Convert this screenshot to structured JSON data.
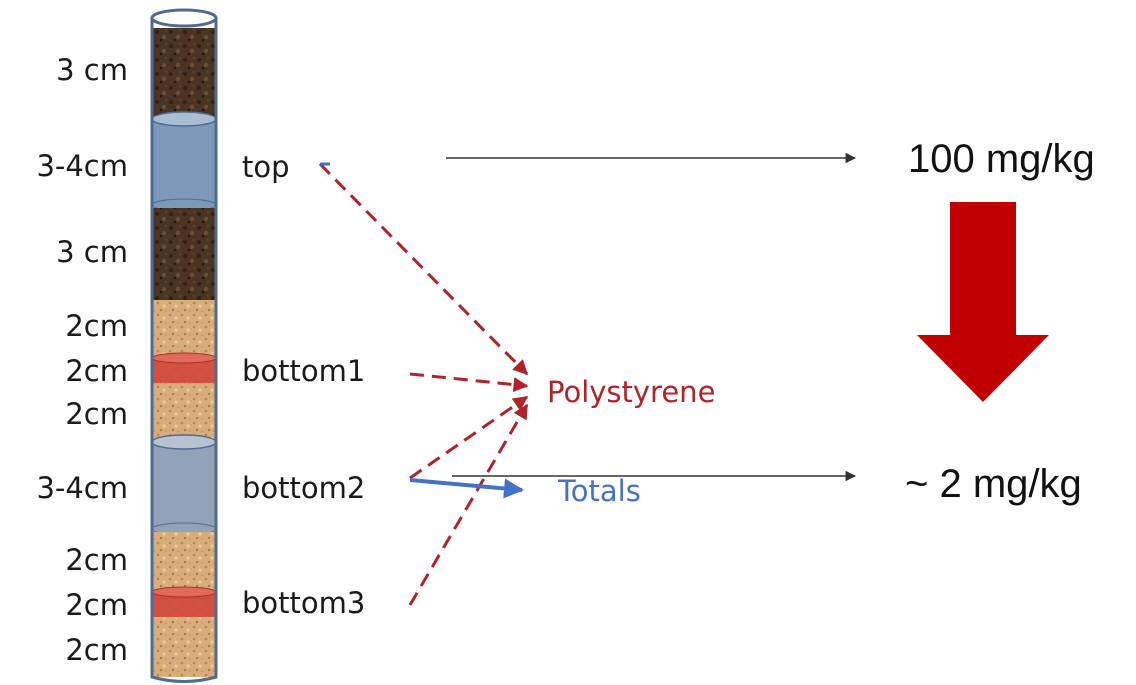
{
  "depth_labels": [
    "3 cm",
    "3-4cm",
    "3 cm",
    "2cm",
    "2cm",
    "2cm",
    "3-4cm",
    "2cm",
    "2cm",
    "2cm"
  ],
  "sample_labels": {
    "top": "top",
    "bottom1": "bottom1",
    "bottom2": "bottom2",
    "bottom3": "bottom3"
  },
  "targets": {
    "polystyrene": "Polystyrene",
    "totals": "Totals"
  },
  "concentrations": {
    "top": "100 mg/kg",
    "bottom": "~ 2 mg/kg"
  },
  "colors": {
    "soil_dark": "#4a3524",
    "sand": "#d9ad7a",
    "water_blue": "#7d99b9",
    "red_band": "#d0463a",
    "polystyrene_arrow": "#b0232a",
    "totals_arrow": "#4472c4",
    "down_arrow": "#c00000",
    "tube_outline": "#4f6b8f"
  }
}
